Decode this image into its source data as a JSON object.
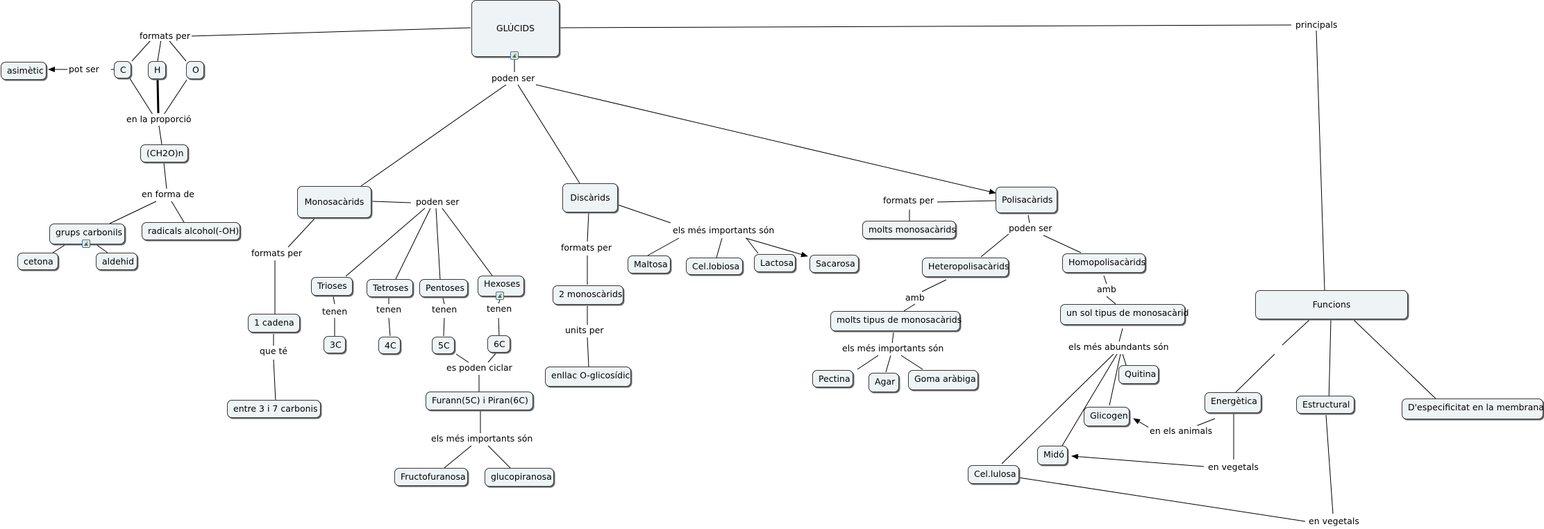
{
  "concepts": {
    "glucids": "GLÚCIDS",
    "asimetic": "asimètic",
    "c": "C",
    "h": "H",
    "o": "O",
    "ch2on": "(CH2O)n",
    "grups_carbonils": "grups carbonils",
    "radicals_alcohol": "radicals alcohol(-OH)",
    "cetona": "cetona",
    "aldehid": "aldehid",
    "monosacarids": "Monosacàrids",
    "una_cadena": "1 cadena",
    "entre_3_i_7": "entre 3 i 7 carbonis",
    "trioses": "Trioses",
    "tetroses": "Tetroses",
    "pentoses": "Pentoses",
    "hexoses": "Hexoses",
    "c3": "3C",
    "c4": "4C",
    "c5": "5C",
    "c6": "6C",
    "furann_piran": "Furann(5C) i Piran(6C)",
    "fructofuranosa": "Fructofuranosa",
    "glucopiranosa": "glucopiranosa",
    "discarids": "Discàrids",
    "dos_monoscarids": "2 monoscàrids",
    "enllac": "enllac O-glicosídic",
    "maltosa": "Maltosa",
    "cellobiosa": "Cel.lobiosa",
    "lactosa": "Lactosa",
    "sacarosa": "Sacarosa",
    "polisacarids": "Polisacàrids",
    "molts_monosacarids": "molts monosacàrids",
    "heteropolisacarids": "Heteropolisacàrids",
    "homopolisacarids": "Homopolisacàrids",
    "molts_tipus": "molts tipus de monosacàrids",
    "un_sol_tipus": "un sol tipus de monosacàrid",
    "pectina": "Pectina",
    "agar": "Agar",
    "goma_arabiga": "Goma aràbiga",
    "quitina": "Quitina",
    "glicogen": "Glicogen",
    "mido": "Midó",
    "cellulosa": "Cel.lulosa",
    "funcions": "Funcions",
    "energetica": "Energètica",
    "estructural": "Estructural",
    "especificitat": "D'especificitat en la membrana"
  },
  "links": {
    "formats_per_1": "formats per",
    "pot_ser": "pot ser",
    "en_la_proporcio": "en la proporció",
    "en_forma_de": "en forma de",
    "poden_ser_1": "poden ser",
    "principals": "principals",
    "poden_ser_2": "poden ser",
    "formats_per_2": "formats per",
    "que_te": "que té",
    "tenen_1": "tenen",
    "tenen_2": "tenen",
    "tenen_3": "tenen",
    "tenen_4": "tenen",
    "es_poden_ciclar": "es poden ciclar",
    "mes_importants_1": "els més importants són",
    "formats_per_3": "formats per",
    "units_per": "units per",
    "mes_importants_2": "els més importants són",
    "formats_per_4": "formats per",
    "poden_ser_3": "poden ser",
    "amb_1": "amb",
    "amb_2": "amb",
    "mes_importants_3": "els més importants són",
    "mes_abundants": "els més abundants són",
    "en_els_animals": "en els animals",
    "en_vegetals_1": "en vegetals",
    "en_vegetals_2": "en vegetals"
  }
}
